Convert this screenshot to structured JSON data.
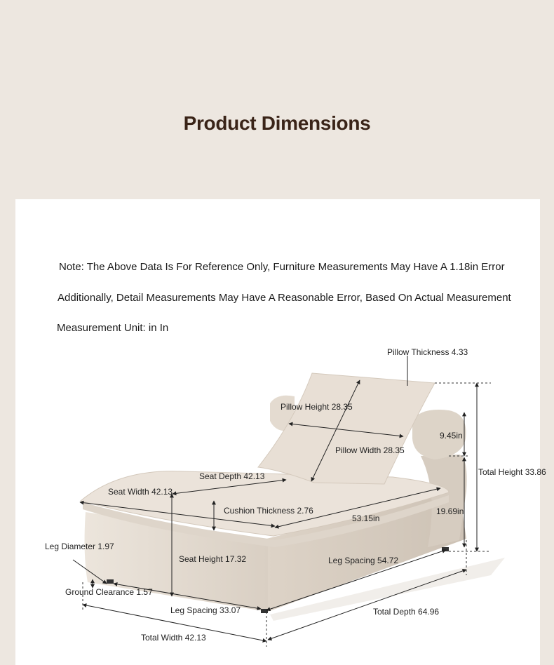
{
  "title": "Product Dimensions",
  "notes": {
    "line1": "Note: The Above Data Is For Reference Only, Furniture Measurements May Have A 1.18in Error",
    "line2": "Additionally, Detail Measurements May Have A Reasonable Error, Based On Actual Measurement",
    "line3": "Measurement Unit: in In"
  },
  "labels": {
    "pillow_thickness": "Pillow Thickness 4.33",
    "pillow_height": "Pillow Height 28.35",
    "pillow_width": "Pillow Width 28.35",
    "bolster": "9.45in",
    "total_height": "Total Height 33.86",
    "seat_depth": "Seat Depth 42.13",
    "seat_width": "Seat Width 42.13",
    "cushion_thickness": "Cushion Thickness 2.76",
    "inner_length": "53.15in",
    "arm_height": "19.69in",
    "leg_diameter": "Leg Diameter 1.97",
    "seat_height": "Seat Height 17.32",
    "leg_spacing_long": "Leg Spacing 54.72",
    "ground_clearance": "Ground Clearance 1.57",
    "leg_spacing_short": "Leg Spacing 33.07",
    "total_depth": "Total Depth 64.96",
    "total_width": "Total Width 42.13"
  },
  "colors": {
    "background": "#ede7e0",
    "panel": "#ffffff",
    "title": "#3a2418",
    "fabric": "#e6ddd3"
  }
}
